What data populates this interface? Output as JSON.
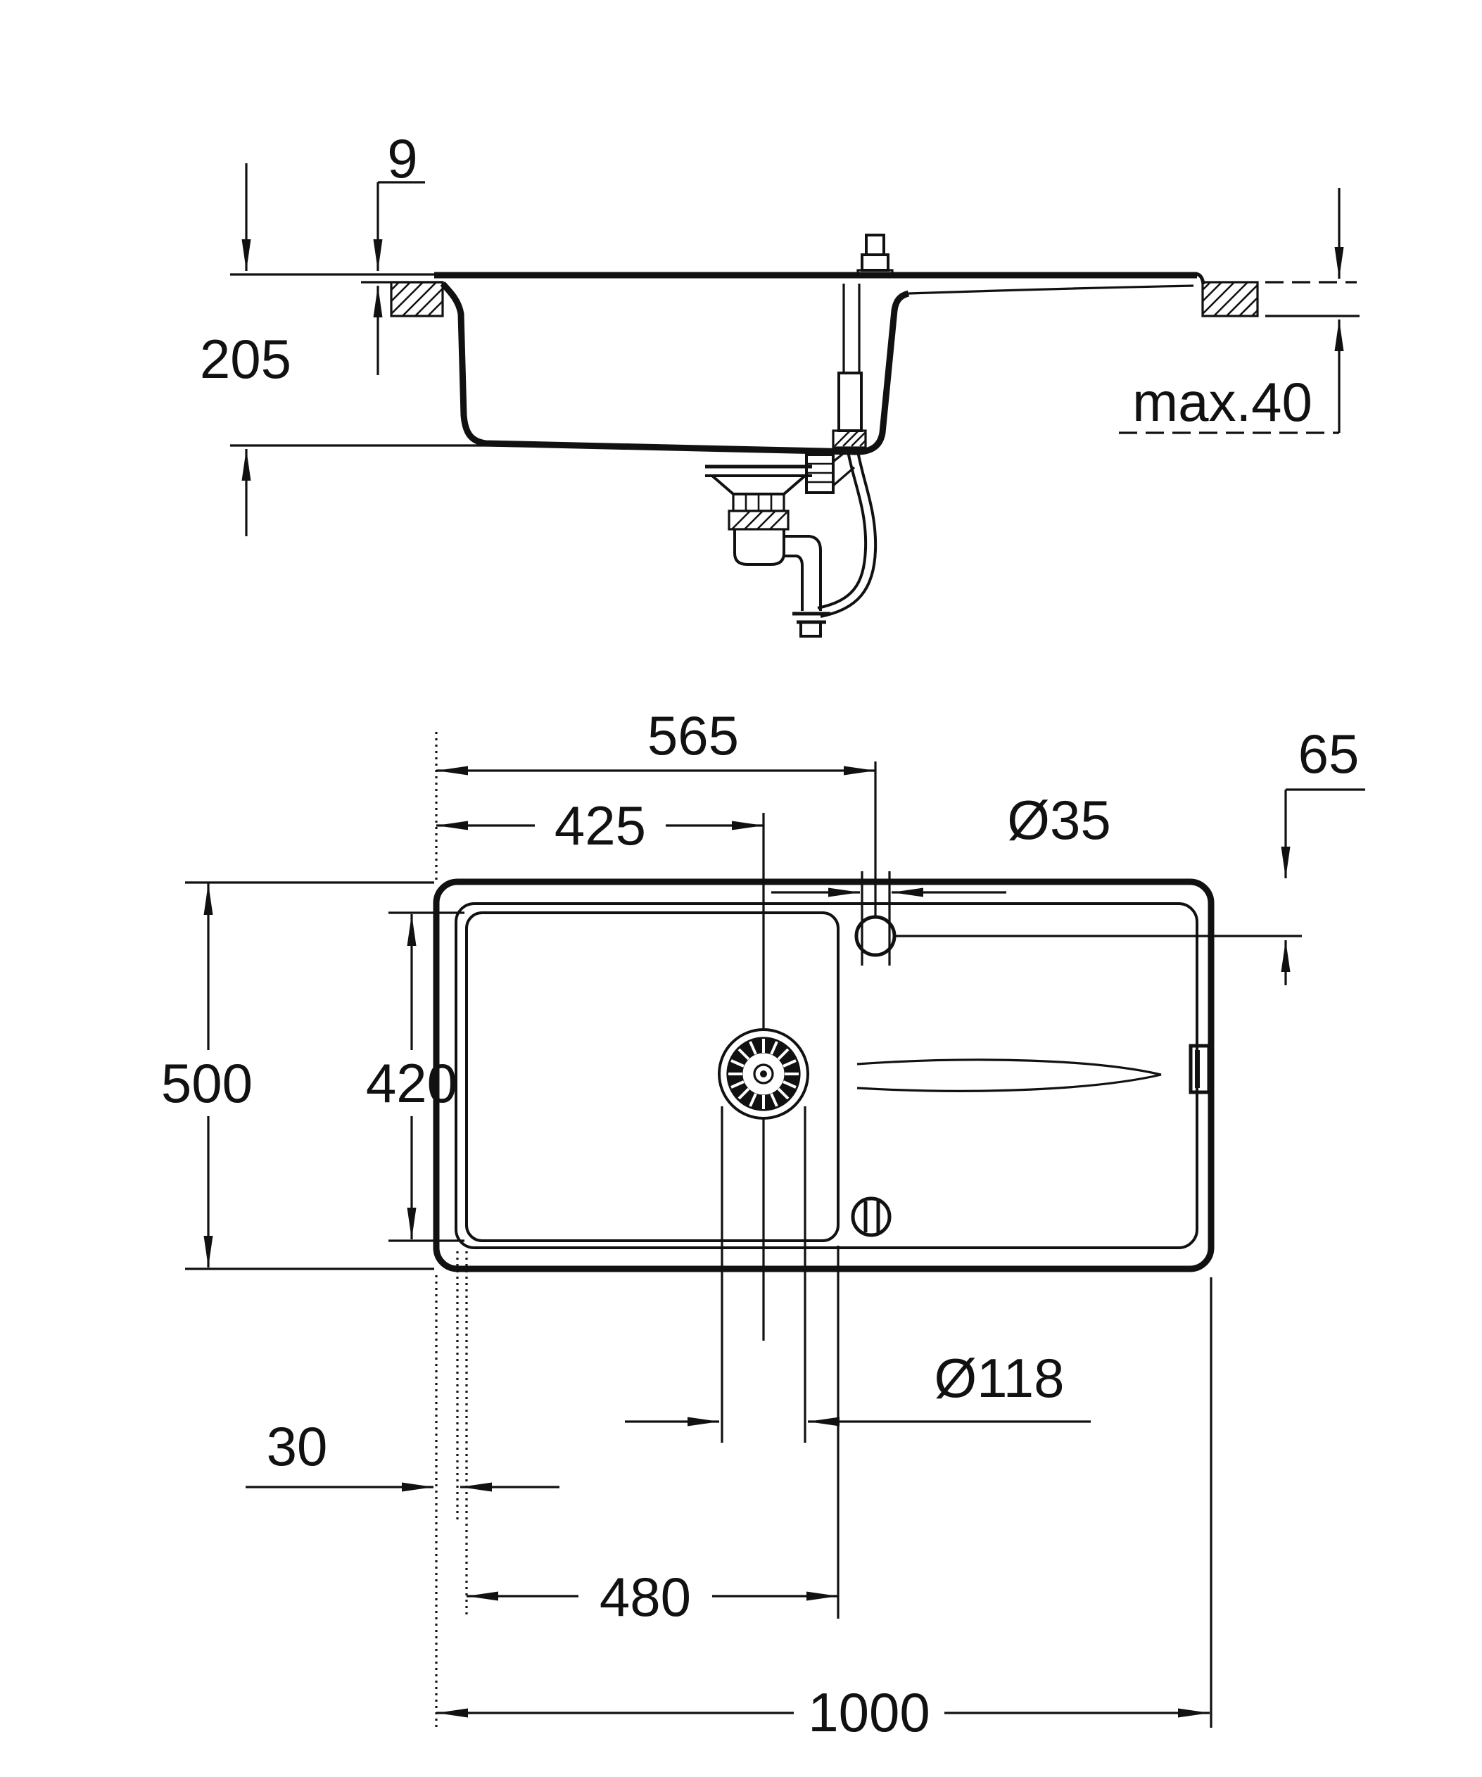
{
  "drawing": {
    "type": "sink installation dimension drawing",
    "units": "mm",
    "section_view": {
      "labels": {
        "rim_thickness": "9",
        "bowl_depth": "205",
        "countertop_thickness": "max.40"
      }
    },
    "plan_view": {
      "labels": {
        "left_edge_to_tap_center": "565",
        "tap_hole_diameter": "Ø35",
        "tap_center_offset": "65",
        "left_edge_to_drain_center": "425",
        "overall_width": "500",
        "bowl_inner_width": "420",
        "rim_to_bowl_gap": "30",
        "bowl_inner_length": "480",
        "drain_diameter": "Ø118",
        "overall_length": "1000"
      }
    }
  }
}
